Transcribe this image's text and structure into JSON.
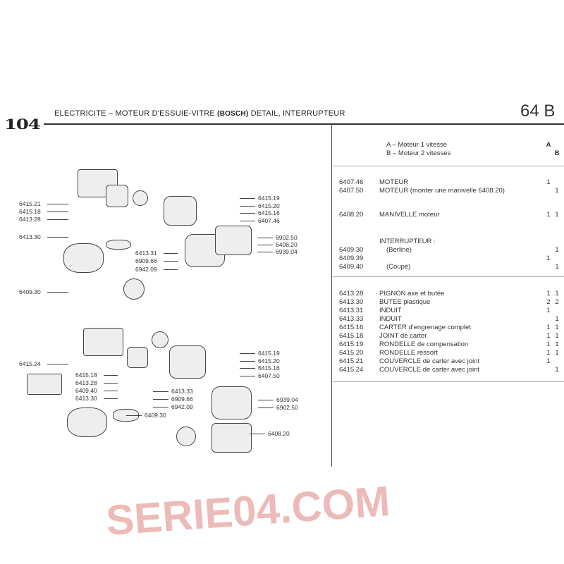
{
  "header": {
    "logo": "104",
    "title_a": "ELECTRICITE – MOTEUR D'ESSUIE-VITRE ",
    "title_b": "(BOSCH)",
    "title_c": " DETAIL, INTERRUPTEUR",
    "page": "64 B"
  },
  "legend": [
    {
      "text": "A – Moteur 1 vitesse",
      "code": "A"
    },
    {
      "text": "B – Moteur 2 vitesses",
      "code": "B"
    }
  ],
  "parts": [
    {
      "ref": "6407.46",
      "des": "MOTEUR",
      "a": "1",
      "b": ""
    },
    {
      "ref": "6407.50",
      "des": "MOTEUR (monter une manivelle 6408.20)",
      "a": "",
      "b": "1"
    },
    {
      "ref": "6408.20",
      "des": "MANIVELLE moteur",
      "a": "1",
      "b": "1"
    },
    {
      "ref": "",
      "des": "INTERRUPTEUR :",
      "a": "",
      "b": ""
    },
    {
      "ref": "6409.30",
      "des": "(Berline)",
      "a": "",
      "b": "1"
    },
    {
      "ref": "6409.39",
      "des": "",
      "a": "1",
      "b": ""
    },
    {
      "ref": "6409.40",
      "des": "(Coupé)",
      "a": "",
      "b": "1"
    },
    {
      "ref": "6413.28",
      "des": "PIGNON axe et butée",
      "a": "1",
      "b": "1"
    },
    {
      "ref": "6413.30",
      "des": "BUTEE plastique",
      "a": "2",
      "b": "2"
    },
    {
      "ref": "6413.31",
      "des": "INDUIT",
      "a": "1",
      "b": ""
    },
    {
      "ref": "6413.33",
      "des": "INDUIT",
      "a": "",
      "b": "1"
    },
    {
      "ref": "6415.16",
      "des": "CARTER d'engrenage complet",
      "a": "1",
      "b": "1"
    },
    {
      "ref": "6415.18",
      "des": "JOINT de carter",
      "a": "1",
      "b": "1"
    },
    {
      "ref": "6415.19",
      "des": "RONDELLE de compensation",
      "a": "1",
      "b": "1"
    },
    {
      "ref": "6415.20",
      "des": "RONDELLE ressort",
      "a": "1",
      "b": "1"
    },
    {
      "ref": "6415.21",
      "des": "COUVERCLE de carter avec joint",
      "a": "1",
      "b": ""
    },
    {
      "ref": "6415.24",
      "des": "COUVERCLE de carter avec joint",
      "a": "",
      "b": "1"
    }
  ],
  "diagram_labels": [
    "6415.21",
    "6415.18",
    "6413.28",
    "6413.30",
    "6413.31",
    "6909.66",
    "6942.09",
    "6409.30",
    "6415.19",
    "6415.20",
    "6415.16",
    "6407.46",
    "6902.50",
    "6408.20",
    "6939.04",
    "6415.24",
    "6415.18",
    "6413.28",
    "6409.40",
    "6413.30",
    "6413.33",
    "6909.66",
    "6942.09",
    "6409.30",
    "6415.19",
    "6415.20",
    "6415.16",
    "6407.50",
    "6939.04",
    "6902.50",
    "6408.20"
  ],
  "watermark": "SERIE04.COM"
}
